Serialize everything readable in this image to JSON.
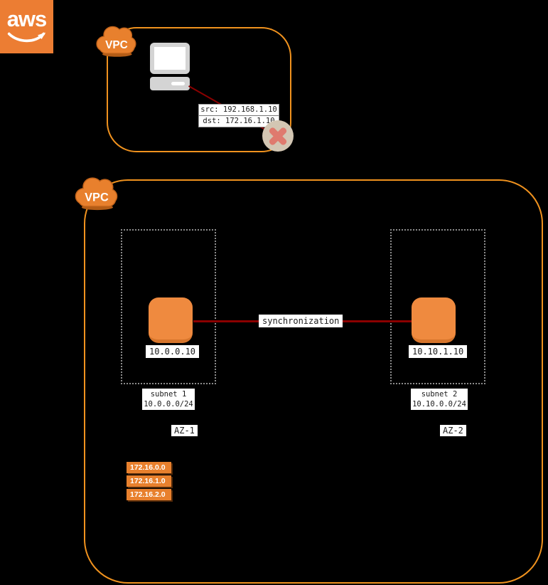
{
  "colors": {
    "aws_orange": "#EC7D33",
    "vpc_border": "#F0921E",
    "cloud_fill": "#E8802D",
    "cloud_stroke": "#C0621A",
    "instance_fill": "#EF8A3F",
    "instance_shadow": "#D6752C",
    "line_red": "#8B0000",
    "error_circle": "#D3C6B3",
    "error_x": "#DF7A6E",
    "badge_fill": "#E8802D",
    "subnet_border": "#8C8C8C",
    "laptop_gray": "#D4D4D4"
  },
  "aws_logo": {
    "text": "aws"
  },
  "client_vpc": {
    "label": "VPC",
    "packet": {
      "src": "src: 192.168.1.10",
      "dst": "dst: 172.16.1.10"
    }
  },
  "main_vpc": {
    "label": "VPC",
    "connection_label": "synchronization",
    "subnets": [
      {
        "name": "subnet 1",
        "cidr": "10.0.0.0/24",
        "az": "AZ-1",
        "instance_ip": "10.0.0.10"
      },
      {
        "name": "subnet 2",
        "cidr": "10.10.0.0/24",
        "az": "AZ-2",
        "instance_ip": "10.10.1.10"
      }
    ],
    "route_entries": [
      "172.16.0.0",
      "172.16.1.0",
      "172.16.2.0"
    ]
  },
  "icons": {
    "aws_logo": "aws-logo",
    "aws_smile": "aws-smile-arrow-icon",
    "vpc_cloud": "vpc-cloud-icon",
    "client_computer": "laptop-icon",
    "blocked": "blocked-x-icon",
    "instance": "instance-icon"
  }
}
